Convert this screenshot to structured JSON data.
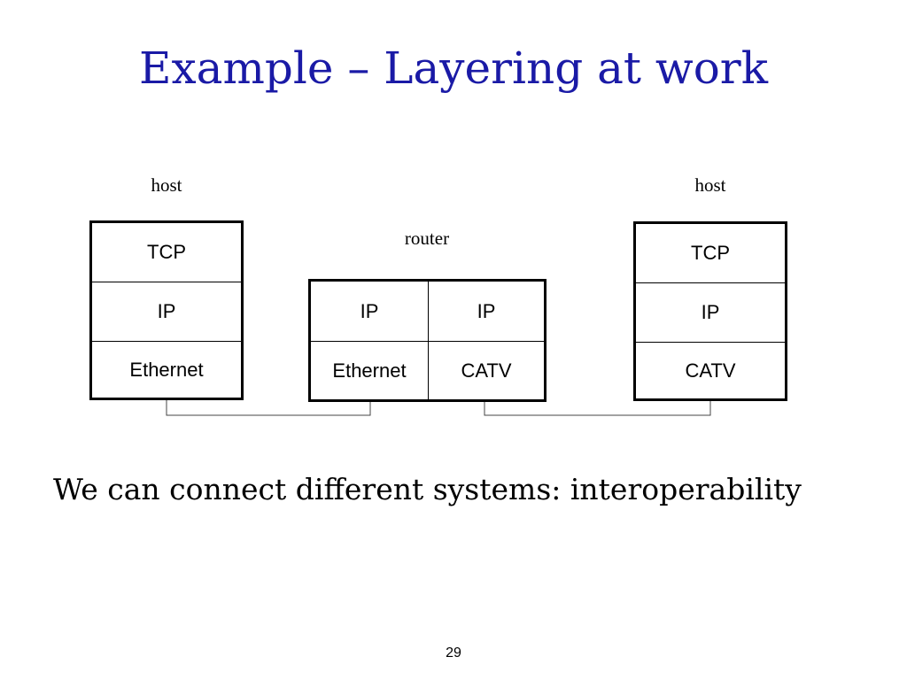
{
  "title": "Example – Layering at work",
  "diagram": {
    "left_host": {
      "label": "host",
      "layers": [
        "TCP",
        "IP",
        "Ethernet"
      ]
    },
    "router": {
      "label": "router",
      "left_column": [
        "IP",
        "Ethernet"
      ],
      "right_column": [
        "IP",
        "CATV"
      ]
    },
    "right_host": {
      "label": "host",
      "layers": [
        "TCP",
        "IP",
        "CATV"
      ]
    }
  },
  "caption": "We can connect different systems: interoperability",
  "page_number": "29"
}
